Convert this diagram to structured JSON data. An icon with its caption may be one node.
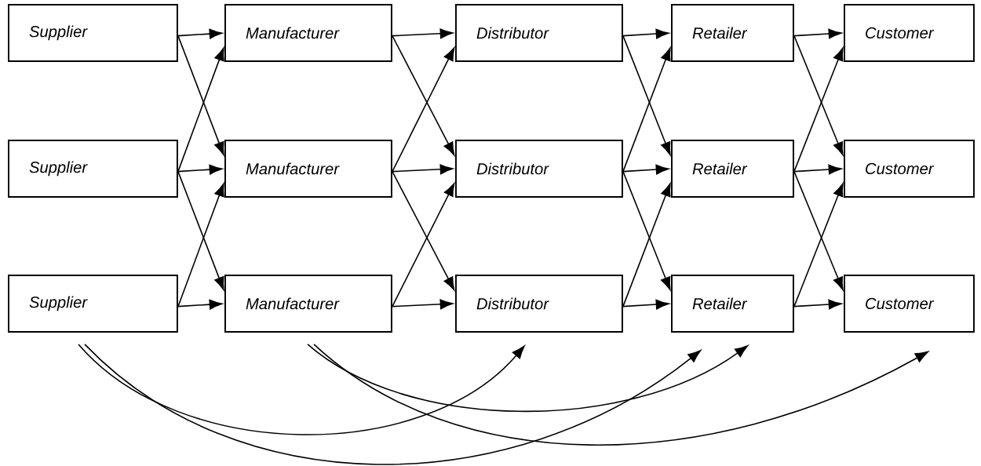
{
  "diagram": {
    "nodes": [
      {
        "text": [
          "Supplier"
        ]
      },
      {
        "text": [
          "Manufacturer"
        ]
      },
      {
        "text": [
          "Distributor"
        ]
      },
      {
        "text": [
          "Retailer"
        ]
      },
      {
        "text": [
          "Customer"
        ]
      },
      {
        "text": [
          "Supplier"
        ]
      },
      {
        "text": [
          "Manufacturer"
        ]
      },
      {
        "text": [
          "Distributor"
        ]
      },
      {
        "text": [
          "Retailer"
        ]
      },
      {
        "text": [
          "Customer"
        ]
      },
      {
        "text": [
          "Supplier"
        ]
      },
      {
        "text": [
          "Manufacturer"
        ]
      },
      {
        "text": [
          "Distributor"
        ]
      },
      {
        "text": [
          "Retailer"
        ]
      },
      {
        "text": [
          "Customer"
        ]
      }
    ],
    "edges": [
      {
        "from": 0,
        "to": 1,
        "arrow": "to"
      },
      {
        "from": 0,
        "to": 6,
        "arrow": "to"
      },
      {
        "from": 5,
        "to": 1,
        "arrow": "to"
      },
      {
        "from": 5,
        "to": 6,
        "arrow": "to"
      },
      {
        "from": 5,
        "to": 11,
        "arrow": "to"
      },
      {
        "from": 10,
        "to": 6,
        "arrow": "to"
      },
      {
        "from": 10,
        "to": 11,
        "arrow": "to"
      },
      {
        "from": 1,
        "to": 2,
        "arrow": "to"
      },
      {
        "from": 1,
        "to": 7,
        "arrow": "to"
      },
      {
        "from": 6,
        "to": 2,
        "arrow": "to"
      },
      {
        "from": 6,
        "to": 7,
        "arrow": "to"
      },
      {
        "from": 6,
        "to": 12,
        "arrow": "to"
      },
      {
        "from": 11,
        "to": 7,
        "arrow": "to"
      },
      {
        "from": 11,
        "to": 12,
        "arrow": "to"
      },
      {
        "from": 2,
        "to": 3,
        "arrow": "to"
      },
      {
        "from": 2,
        "to": 8,
        "arrow": "to"
      },
      {
        "from": 7,
        "to": 3,
        "arrow": "to"
      },
      {
        "from": 7,
        "to": 8,
        "arrow": "to"
      },
      {
        "from": 7,
        "to": 13,
        "arrow": "to"
      },
      {
        "from": 12,
        "to": 8,
        "arrow": "to"
      },
      {
        "from": 12,
        "to": 13,
        "arrow": "to"
      },
      {
        "from": 3,
        "to": 4,
        "arrow": "to"
      },
      {
        "from": 3,
        "to": 9,
        "arrow": "to"
      },
      {
        "from": 8,
        "to": 4,
        "arrow": "to"
      },
      {
        "from": 8,
        "to": 9,
        "arrow": "to"
      },
      {
        "from": 8,
        "to": 14,
        "arrow": "to"
      },
      {
        "from": 13,
        "to": 9,
        "arrow": "to"
      },
      {
        "from": 13,
        "to": 14,
        "arrow": "to"
      },
      {
        "from": 10,
        "to": 12,
        "arrow": "to"
      },
      {
        "from": 10,
        "to": 13,
        "arrow": "to"
      },
      {
        "from": 11,
        "to": 13,
        "arrow": "to"
      },
      {
        "from": 11,
        "to": 14,
        "arrow": "to"
      }
    ]
  }
}
